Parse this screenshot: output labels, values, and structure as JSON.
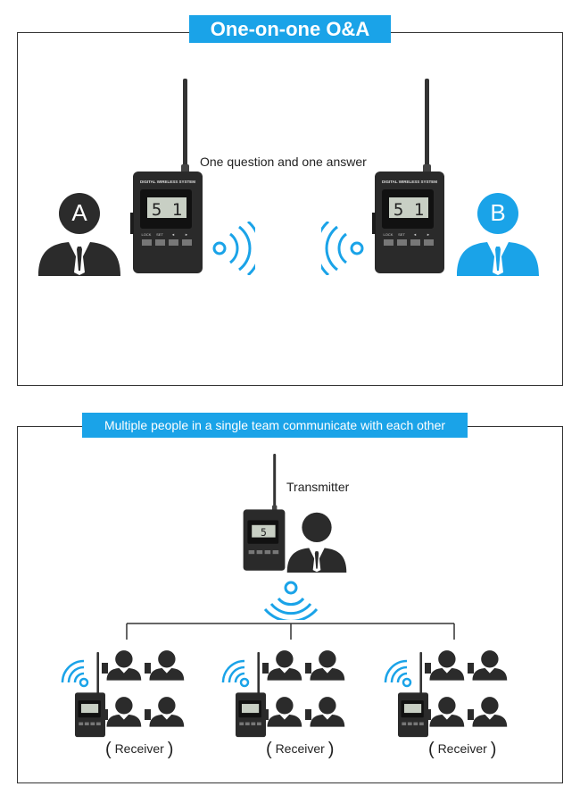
{
  "top": {
    "title": "One-on-one O&A",
    "caption": "One question and one answer",
    "person_a_letter": "A",
    "person_b_letter": "B",
    "device_brand": "DIGITAL WIRELESS SYSTEM",
    "device_display": "5 1",
    "button_labels": [
      "LOCK",
      "SET",
      "◄",
      "►"
    ]
  },
  "bottom": {
    "title": "Multiple people in a single team communicate with each other",
    "transmitter_label": "Transmitter",
    "receiver_label": "Receiver",
    "receiver_groups": [
      {
        "label": "Receiver"
      },
      {
        "label": "Receiver"
      },
      {
        "label": "Receiver"
      }
    ]
  },
  "colors": {
    "accent": "#1aa3e8",
    "dark": "#2b2b2b",
    "device_body": "#2a2a2a",
    "lcd": "#c8cfc4"
  }
}
